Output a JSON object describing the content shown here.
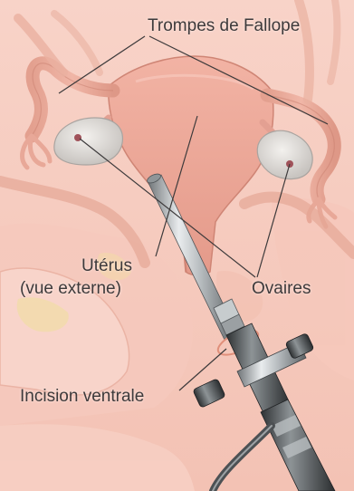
{
  "figure": {
    "labels": {
      "fallopian_tubes": "Trompes de Fallope",
      "uterus_line1": "Utérus",
      "uterus_line2": "(vue externe)",
      "ovaries": "Ovaires",
      "incision": "Incision ventrale"
    }
  }
}
